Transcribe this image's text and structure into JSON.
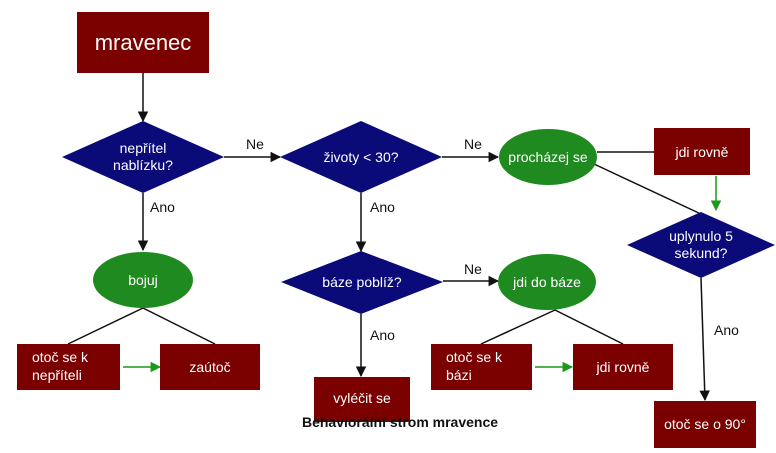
{
  "colors": {
    "rect": "#7b0000",
    "diamond": "#0a0a78",
    "ellipse": "#1f8a1f",
    "line": "#111111",
    "green_arrow": "#1a9a1a"
  },
  "nodes": {
    "mravenec": "mravenec",
    "neptel_line1": "nepřítel",
    "neptel_line2": "nablízku?",
    "zivoty": "životy < 30?",
    "prochazej": "procházej se",
    "jdi_rovne_top": "jdi rovně",
    "uplynulo_line1": "uplynulo 5",
    "uplynulo_line2": "sekund?",
    "bojuj": "bojuj",
    "baze_pobliz": "báze poblíž?",
    "jdi_do_baze": "jdi do báze",
    "otoc_k_nepriteli_line1": "otoč se k",
    "otoc_k_nepriteli_line2": "nepříteli",
    "zautoc": "zaútoč",
    "otoc_k_bazi_line1": "otoč se k",
    "otoc_k_bazi_line2": "bázi",
    "jdi_rovne_bottom": "jdi rovně",
    "vylecit": "vyléčit se",
    "otoc_90": "otoč se o 90°"
  },
  "edges": {
    "ne_1": "Ne",
    "ne_2": "Ne",
    "ne_3": "Ne",
    "ano_1": "Ano",
    "ano_2": "Ano",
    "ano_3": "Ano",
    "ano_4": "Ano"
  },
  "caption": "Behaviorální strom mravence"
}
